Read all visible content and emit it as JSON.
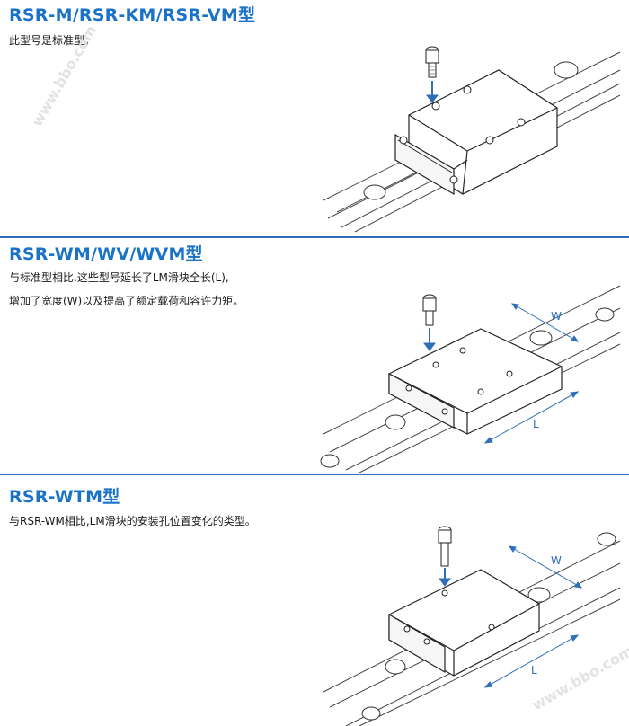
{
  "sections": [
    {
      "title": "RSR-M/RSR-KM/RSR-VM型",
      "lines": [
        "此型号是标准型。"
      ]
    },
    {
      "title": "RSR-WM/WV/WVM型",
      "lines": [
        "与标准型相比,这些型号延长了LM滑块全长(L),",
        "增加了宽度(W)以及提高了额定载荷和容许力矩。"
      ],
      "dimension_labels": {
        "width": "W",
        "length": "L"
      }
    },
    {
      "title": "RSR-WTM型",
      "lines": [
        "与RSR-WM相比,LM滑块的安装孔位置变化的类型。"
      ],
      "dimension_labels": {
        "width": "W",
        "length": "L"
      }
    }
  ],
  "watermark": "www.bbo.com"
}
